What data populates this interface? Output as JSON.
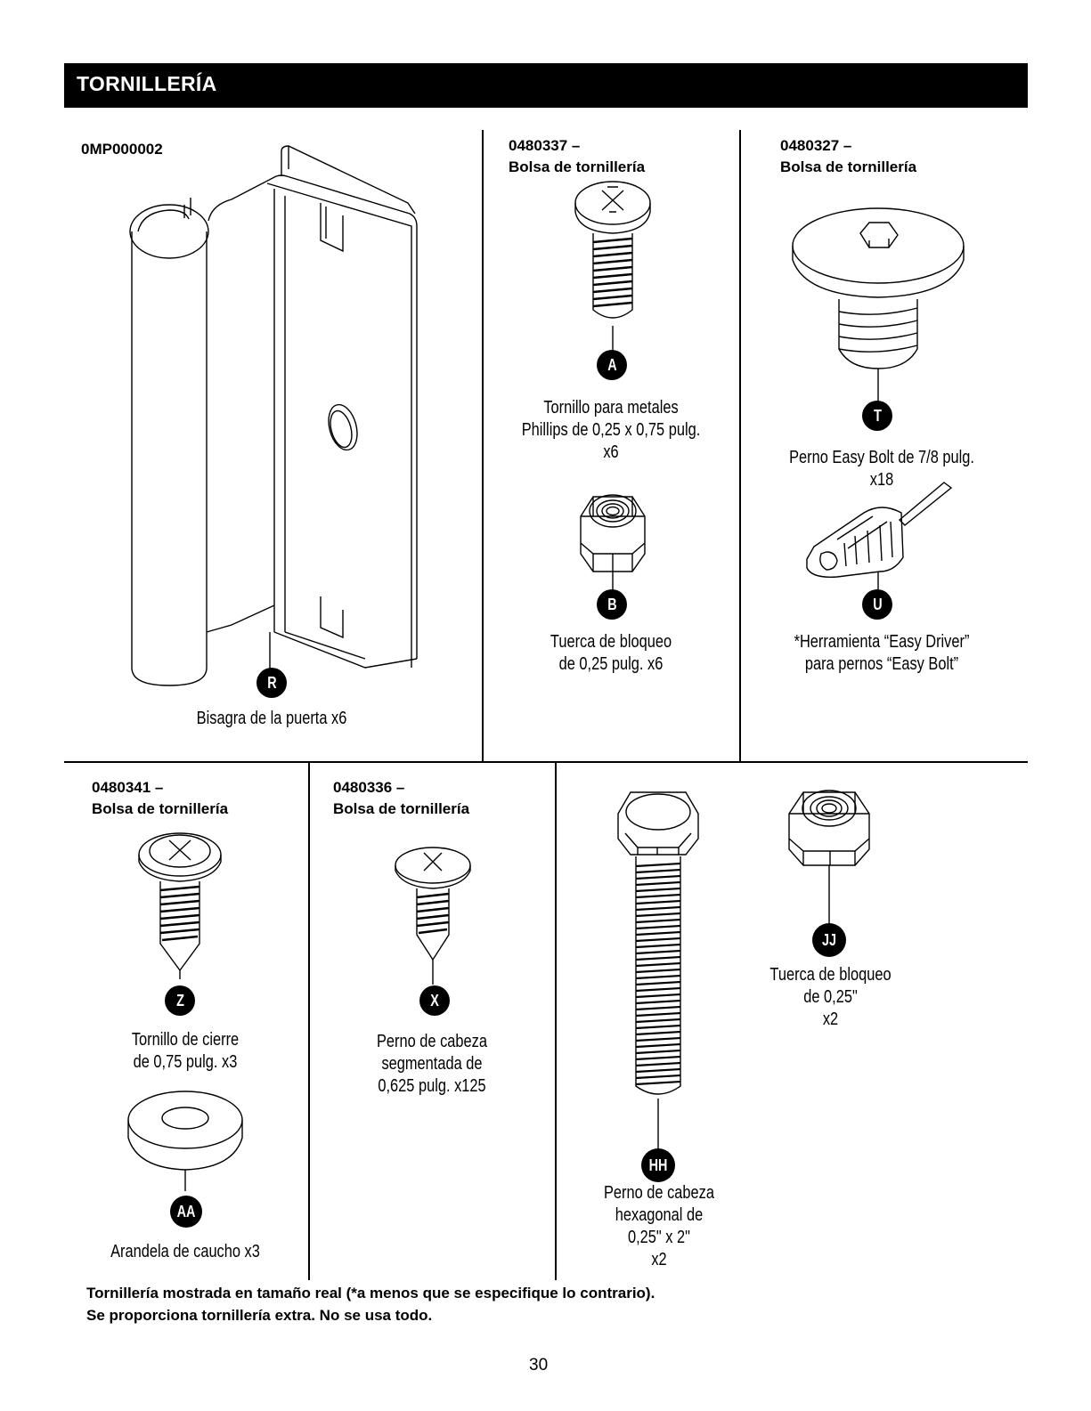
{
  "header": {
    "title": "TORNILLERÍA"
  },
  "items": {
    "hinge": {
      "part_number": "0MP000002",
      "badge": "R",
      "caption": "Bisagra de la puerta x6"
    },
    "bag_0480337": {
      "part_number": "0480337 –",
      "bag_label": "Bolsa de tornillería"
    },
    "screw_a": {
      "badge": "A",
      "caption_1": "Tornillo para metales",
      "caption_2": "Phillips de 0,25 x 0,75 pulg.",
      "caption_3": "x6"
    },
    "nut_b": {
      "badge": "B",
      "caption_1": "Tuerca de bloqueo",
      "caption_2": "de 0,25 pulg. x6"
    },
    "bag_0480327": {
      "part_number": "0480327 –",
      "bag_label": "Bolsa de tornillería"
    },
    "bolt_t": {
      "badge": "T",
      "caption_1": "Perno Easy Bolt de 7/8 pulg.",
      "caption_2": "x18"
    },
    "driver_u": {
      "badge": "U",
      "caption_1": "*Herramienta “Easy Driver”",
      "caption_2": "para pernos “Easy Bolt”"
    },
    "bag_0480341": {
      "part_number": "0480341 –",
      "bag_label": "Bolsa de tornillería"
    },
    "screw_z": {
      "badge": "Z",
      "caption_1": "Tornillo de cierre",
      "caption_2": "de 0,75 pulg. x3"
    },
    "washer_aa": {
      "badge": "AA",
      "caption": "Arandela de caucho x3"
    },
    "bag_0480336": {
      "part_number": "0480336 –",
      "bag_label": "Bolsa de tornillería"
    },
    "bolt_x": {
      "badge": "X",
      "caption_1": "Perno de cabeza",
      "caption_2": "segmentada de",
      "caption_3": "0,625 pulg. x125"
    },
    "bolt_hh": {
      "badge": "HH",
      "caption_1": "Perno de cabeza",
      "caption_2": "hexagonal de",
      "caption_3": "0,25\" x 2\"",
      "caption_4": "x2"
    },
    "nut_jj": {
      "badge": "JJ",
      "caption_1": "Tuerca de bloqueo",
      "caption_2": "de 0,25\"",
      "caption_3": "x2"
    }
  },
  "footer": {
    "line_1": "Tornillería mostrada en tamaño real (*a menos que se especifique lo contrario).",
    "line_2": "Se proporciona tornillería extra. No se usa todo."
  },
  "page_number": "30"
}
